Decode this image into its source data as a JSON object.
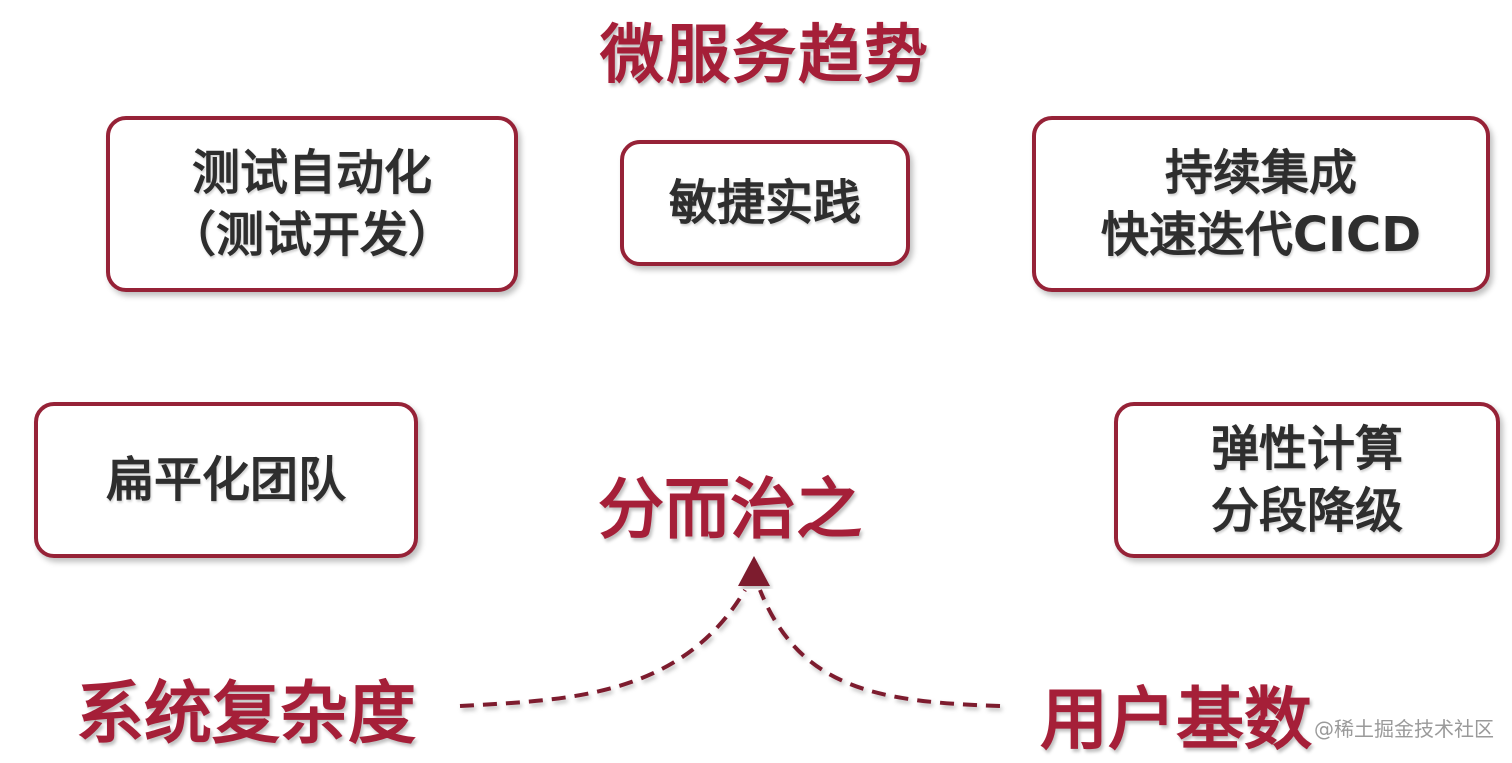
{
  "title": "微服务趋势",
  "boxes": {
    "test_automation": {
      "line1": "测试自动化",
      "line2": "（测试开发）"
    },
    "agile": {
      "line1": "敏捷实践"
    },
    "continuous_integration": {
      "line1": "持续集成",
      "line2": "快速迭代CICD"
    },
    "flat_team": {
      "line1": "扁平化团队"
    },
    "elastic_compute": {
      "line1": "弹性计算",
      "line2": "分段降级"
    }
  },
  "center_label": "分而治之",
  "left_label": "系统复杂度",
  "right_label": "用户基数",
  "watermark": "@稀土掘金技术社区",
  "colors": {
    "accent": "#a51f38",
    "box_border": "#962237",
    "box_text": "#2e2e2e",
    "arrow": "#7d1a2e"
  }
}
